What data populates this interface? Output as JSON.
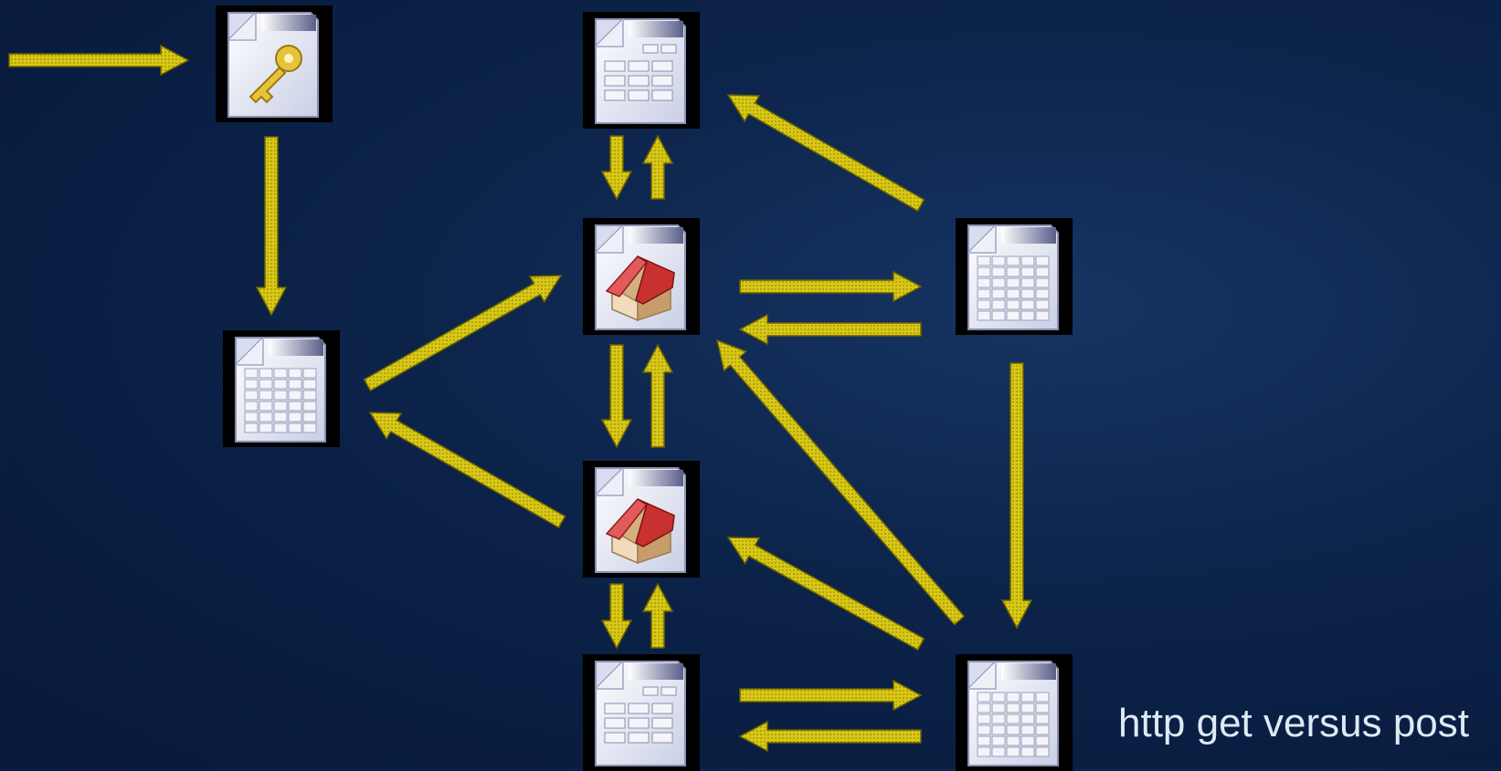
{
  "caption": "http get versus post",
  "colors": {
    "arrow_fill": "#d8c817",
    "arrow_stroke": "#6b6100",
    "background": "#0c2349",
    "caption": "#dcebf3"
  },
  "nodes": [
    {
      "id": "key",
      "icon": "key-document-icon"
    },
    {
      "id": "grid1",
      "icon": "spreadsheet-document-icon"
    },
    {
      "id": "form1",
      "icon": "form-document-icon"
    },
    {
      "id": "home1",
      "icon": "home-document-icon"
    },
    {
      "id": "home2",
      "icon": "home-document-icon"
    },
    {
      "id": "form2",
      "icon": "form-document-icon"
    },
    {
      "id": "grid2",
      "icon": "spreadsheet-document-icon"
    },
    {
      "id": "grid3",
      "icon": "spreadsheet-document-icon"
    }
  ],
  "edges": [
    {
      "from": "entry",
      "to": "key"
    },
    {
      "from": "key",
      "to": "grid1"
    },
    {
      "from": "grid1",
      "to": "home1"
    },
    {
      "from": "home2",
      "to": "grid1"
    },
    {
      "from": "home1",
      "to": "form1"
    },
    {
      "from": "form1",
      "to": "home1"
    },
    {
      "from": "grid2",
      "to": "form1"
    },
    {
      "from": "home1",
      "to": "grid2"
    },
    {
      "from": "grid2",
      "to": "home1"
    },
    {
      "from": "home1",
      "to": "home2"
    },
    {
      "from": "home2",
      "to": "home1"
    },
    {
      "from": "grid2",
      "to": "grid3"
    },
    {
      "from": "grid3",
      "to": "home1"
    },
    {
      "from": "grid3",
      "to": "home2"
    },
    {
      "from": "home2",
      "to": "form2"
    },
    {
      "from": "form2",
      "to": "home2"
    },
    {
      "from": "form2",
      "to": "grid3"
    },
    {
      "from": "grid3",
      "to": "form2"
    }
  ]
}
